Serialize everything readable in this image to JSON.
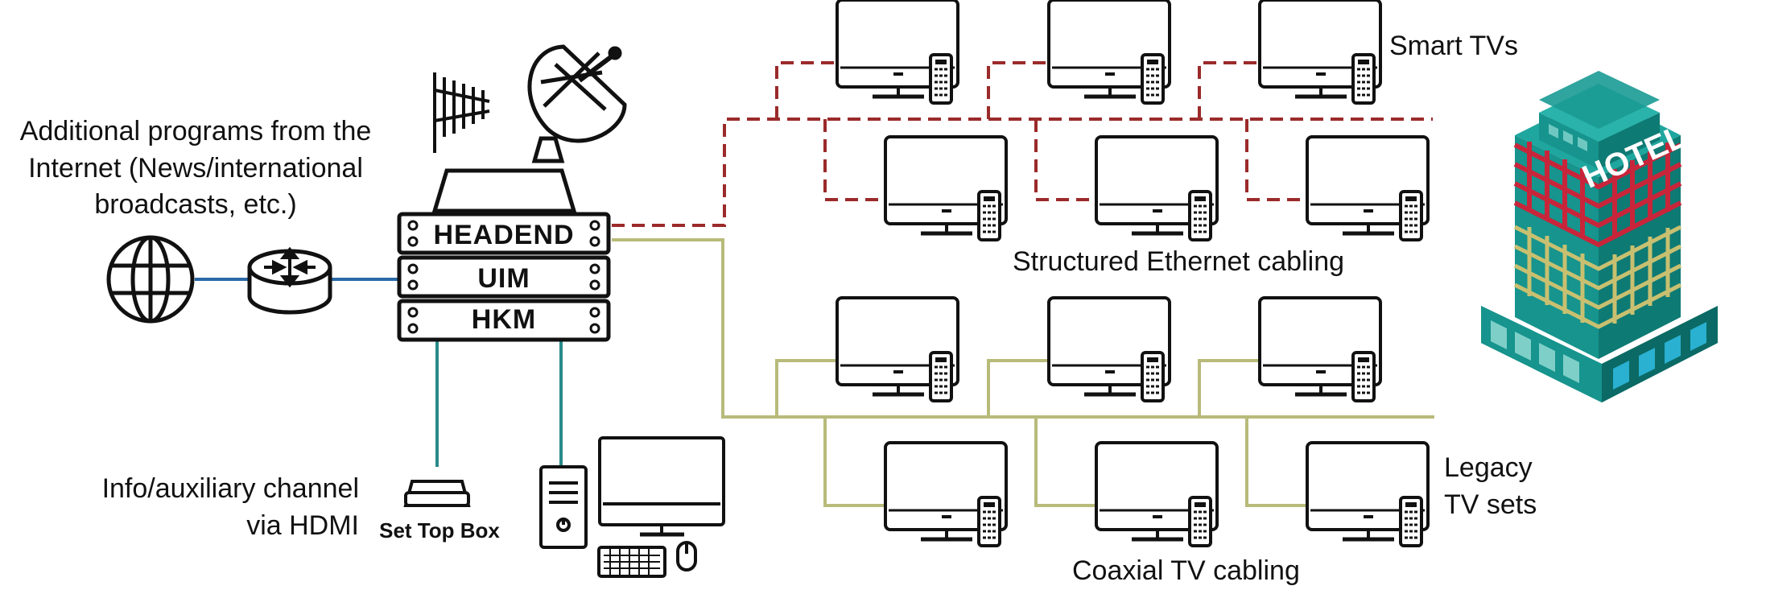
{
  "labels": {
    "internet_line1": "Additional programs from the",
    "internet_line2": "Internet (News/international",
    "internet_line3": "broadcasts, etc.)",
    "info_line1": "Info/auxiliary channel",
    "info_line2": "via HDMI",
    "set_top_box": "Set Top Box",
    "smart_tvs": "Smart TVs",
    "ethernet": "Structured Ethernet cabling",
    "legacy_line1": "Legacy",
    "legacy_line2": "TV sets",
    "coaxial": "Coaxial TV cabling"
  },
  "rack": {
    "top": "HEADEND",
    "middle": "UIM",
    "bottom": "HKM"
  },
  "building": {
    "sign": "HOTEL"
  },
  "colors": {
    "ethernet_line": "#9b2a2a",
    "coax_line": "#b8bb7a",
    "hdmi_line": "#2a8a8a",
    "internet_line": "#2a6aa8",
    "building_teal": "#1a9a93",
    "building_red": "#c8253a",
    "building_yellow": "#c8c070"
  },
  "icons": {
    "globe": "globe-icon",
    "router": "router-icon",
    "antenna": "antenna-icon",
    "satellite": "satellite-dish-icon",
    "tv": "tv-icon",
    "remote": "remote-control-icon",
    "stb": "set-top-box-icon",
    "pc": "desktop-computer-icon",
    "hotel": "hotel-building-icon"
  }
}
